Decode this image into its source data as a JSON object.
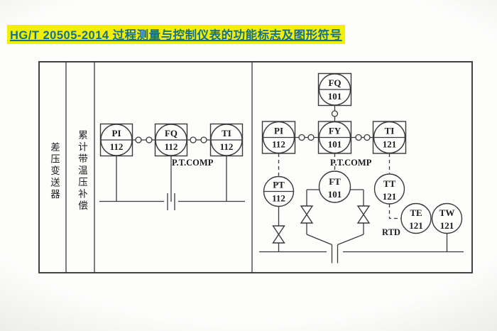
{
  "title": {
    "text": "HG/T 20505-2014 过程测量与控制仪表的功能标志及图形符号"
  },
  "colors": {
    "title_text": "#15718a",
    "title_highlight": "#f2ee08",
    "line": "#3a3a3a"
  },
  "table": {
    "column_headers": [
      "差压变送器",
      "累计带温压补偿"
    ]
  },
  "left": {
    "instruments": [
      {
        "tag": "PI",
        "num": "112"
      },
      {
        "tag": "FQ",
        "num": "112"
      },
      {
        "tag": "TI",
        "num": "112"
      }
    ],
    "ptcomp": "P.T.COMP"
  },
  "right": {
    "totalizer": {
      "tag": "FQ",
      "num": "101"
    },
    "row": [
      {
        "tag": "PI",
        "num": "112"
      },
      {
        "tag": "FY",
        "num": "101"
      },
      {
        "tag": "TI",
        "num": "121"
      }
    ],
    "field": [
      {
        "tag": "PT",
        "num": "112"
      },
      {
        "tag": "FT",
        "num": "101"
      },
      {
        "tag": "TT",
        "num": "121"
      },
      {
        "tag": "TE",
        "num": "121"
      },
      {
        "tag": "TW",
        "num": "121"
      }
    ],
    "ptcomp": "P.T.COMP",
    "rtd": "RTD"
  }
}
